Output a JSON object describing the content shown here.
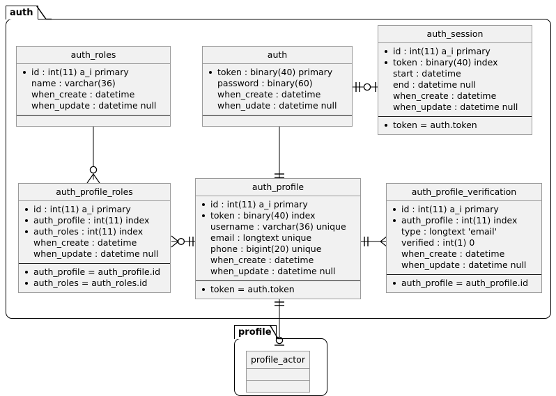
{
  "diagram": {
    "type": "er-diagram",
    "packages": [
      {
        "name": "auth",
        "label": "auth"
      },
      {
        "name": "profile",
        "label": "profile"
      }
    ]
  },
  "entities": {
    "auth_roles": {
      "title": "auth_roles",
      "columns": [
        {
          "text": "id : int(11) a_i primary",
          "key": true
        },
        {
          "text": "name : varchar(36)",
          "key": false
        },
        {
          "text": "when_create : datetime",
          "key": false
        },
        {
          "text": "when_update : datetime null",
          "key": false
        }
      ],
      "relations": []
    },
    "auth": {
      "title": "auth",
      "columns": [
        {
          "text": "token : binary(40) primary",
          "key": true
        },
        {
          "text": "password : binary(60)",
          "key": false
        },
        {
          "text": "when_create : datetime",
          "key": false
        },
        {
          "text": "when_udate : datetime null",
          "key": false
        }
      ],
      "relations": []
    },
    "auth_session": {
      "title": "auth_session",
      "columns": [
        {
          "text": "id : int(11) a_i primary",
          "key": true
        },
        {
          "text": "token : binary(40) index",
          "key": true
        },
        {
          "text": "start : datetime",
          "key": false
        },
        {
          "text": "end : datetime null",
          "key": false
        },
        {
          "text": "when_create : datetime",
          "key": false
        },
        {
          "text": "when_update : datetime null",
          "key": false
        }
      ],
      "relations": [
        {
          "text": "token = auth.token",
          "key": true
        }
      ]
    },
    "auth_profile_roles": {
      "title": "auth_profile_roles",
      "columns": [
        {
          "text": "id : int(11) a_i primary",
          "key": true
        },
        {
          "text": "auth_profile : int(11) index",
          "key": true
        },
        {
          "text": "auth_roles : int(11) index",
          "key": true
        },
        {
          "text": "when_create : datetime",
          "key": false
        },
        {
          "text": "when_update : datetime null",
          "key": false
        }
      ],
      "relations": [
        {
          "text": "auth_profile = auth_profile.id",
          "key": true
        },
        {
          "text": "auth_roles = auth_roles.id",
          "key": true
        }
      ]
    },
    "auth_profile": {
      "title": "auth_profile",
      "columns": [
        {
          "text": "id : int(11) a_i primary",
          "key": true
        },
        {
          "text": "token : binary(40) index",
          "key": true
        },
        {
          "text": "username : varchar(36) unique",
          "key": false
        },
        {
          "text": "email : longtext unique",
          "key": false
        },
        {
          "text": "phone : bigint(20) unique",
          "key": false
        },
        {
          "text": "when_create : datetime",
          "key": false
        },
        {
          "text": "when_update : datetime null",
          "key": false
        }
      ],
      "relations": [
        {
          "text": "token = auth.token",
          "key": true
        }
      ]
    },
    "auth_profile_verification": {
      "title": "auth_profile_verification",
      "columns": [
        {
          "text": "id : int(11) a_i primary",
          "key": true
        },
        {
          "text": "auth_profile : int(11) index",
          "key": true
        },
        {
          "text": "type : longtext 'email'",
          "key": false
        },
        {
          "text": "verified : int(1) 0",
          "key": false
        },
        {
          "text": "when_create : datetime",
          "key": false
        },
        {
          "text": "when_update : datetime null",
          "key": false
        }
      ],
      "relations": [
        {
          "text": "auth_profile = auth_profile.id",
          "key": true
        }
      ]
    },
    "profile_actor": {
      "title": "profile_actor",
      "columns": [],
      "relations": []
    }
  },
  "connections": [
    {
      "name": "auth-to-auth_session",
      "from": "auth",
      "to": "auth_session",
      "from_card": "one-mandatory",
      "to_card": "zero-or-one"
    },
    {
      "name": "auth_roles-to-auth_profile_roles",
      "from": "auth_roles",
      "to": "auth_profile_roles",
      "from_card": "one-mandatory",
      "to_card": "zero-or-many"
    },
    {
      "name": "auth-to-auth_profile",
      "from": "auth",
      "to": "auth_profile",
      "from_card": "one-mandatory",
      "to_card": "one-mandatory"
    },
    {
      "name": "auth_profile_roles-to-auth_profile",
      "from": "auth_profile_roles",
      "to": "auth_profile",
      "from_card": "zero-or-many",
      "to_card": "one-mandatory"
    },
    {
      "name": "auth_profile-to-auth_profile_verification",
      "from": "auth_profile",
      "to": "auth_profile_verification",
      "from_card": "one-mandatory",
      "to_card": "many"
    },
    {
      "name": "auth_profile-to-profile_actor",
      "from": "auth_profile",
      "to": "profile_actor",
      "from_card": "one-mandatory",
      "to_card": "zero-or-one"
    }
  ],
  "colors": {
    "entity_fill": "#f1f1f1",
    "entity_border": "#9a9a9a",
    "frame_border": "#000000",
    "page_background": "#ffffff",
    "text": "#000000"
  }
}
